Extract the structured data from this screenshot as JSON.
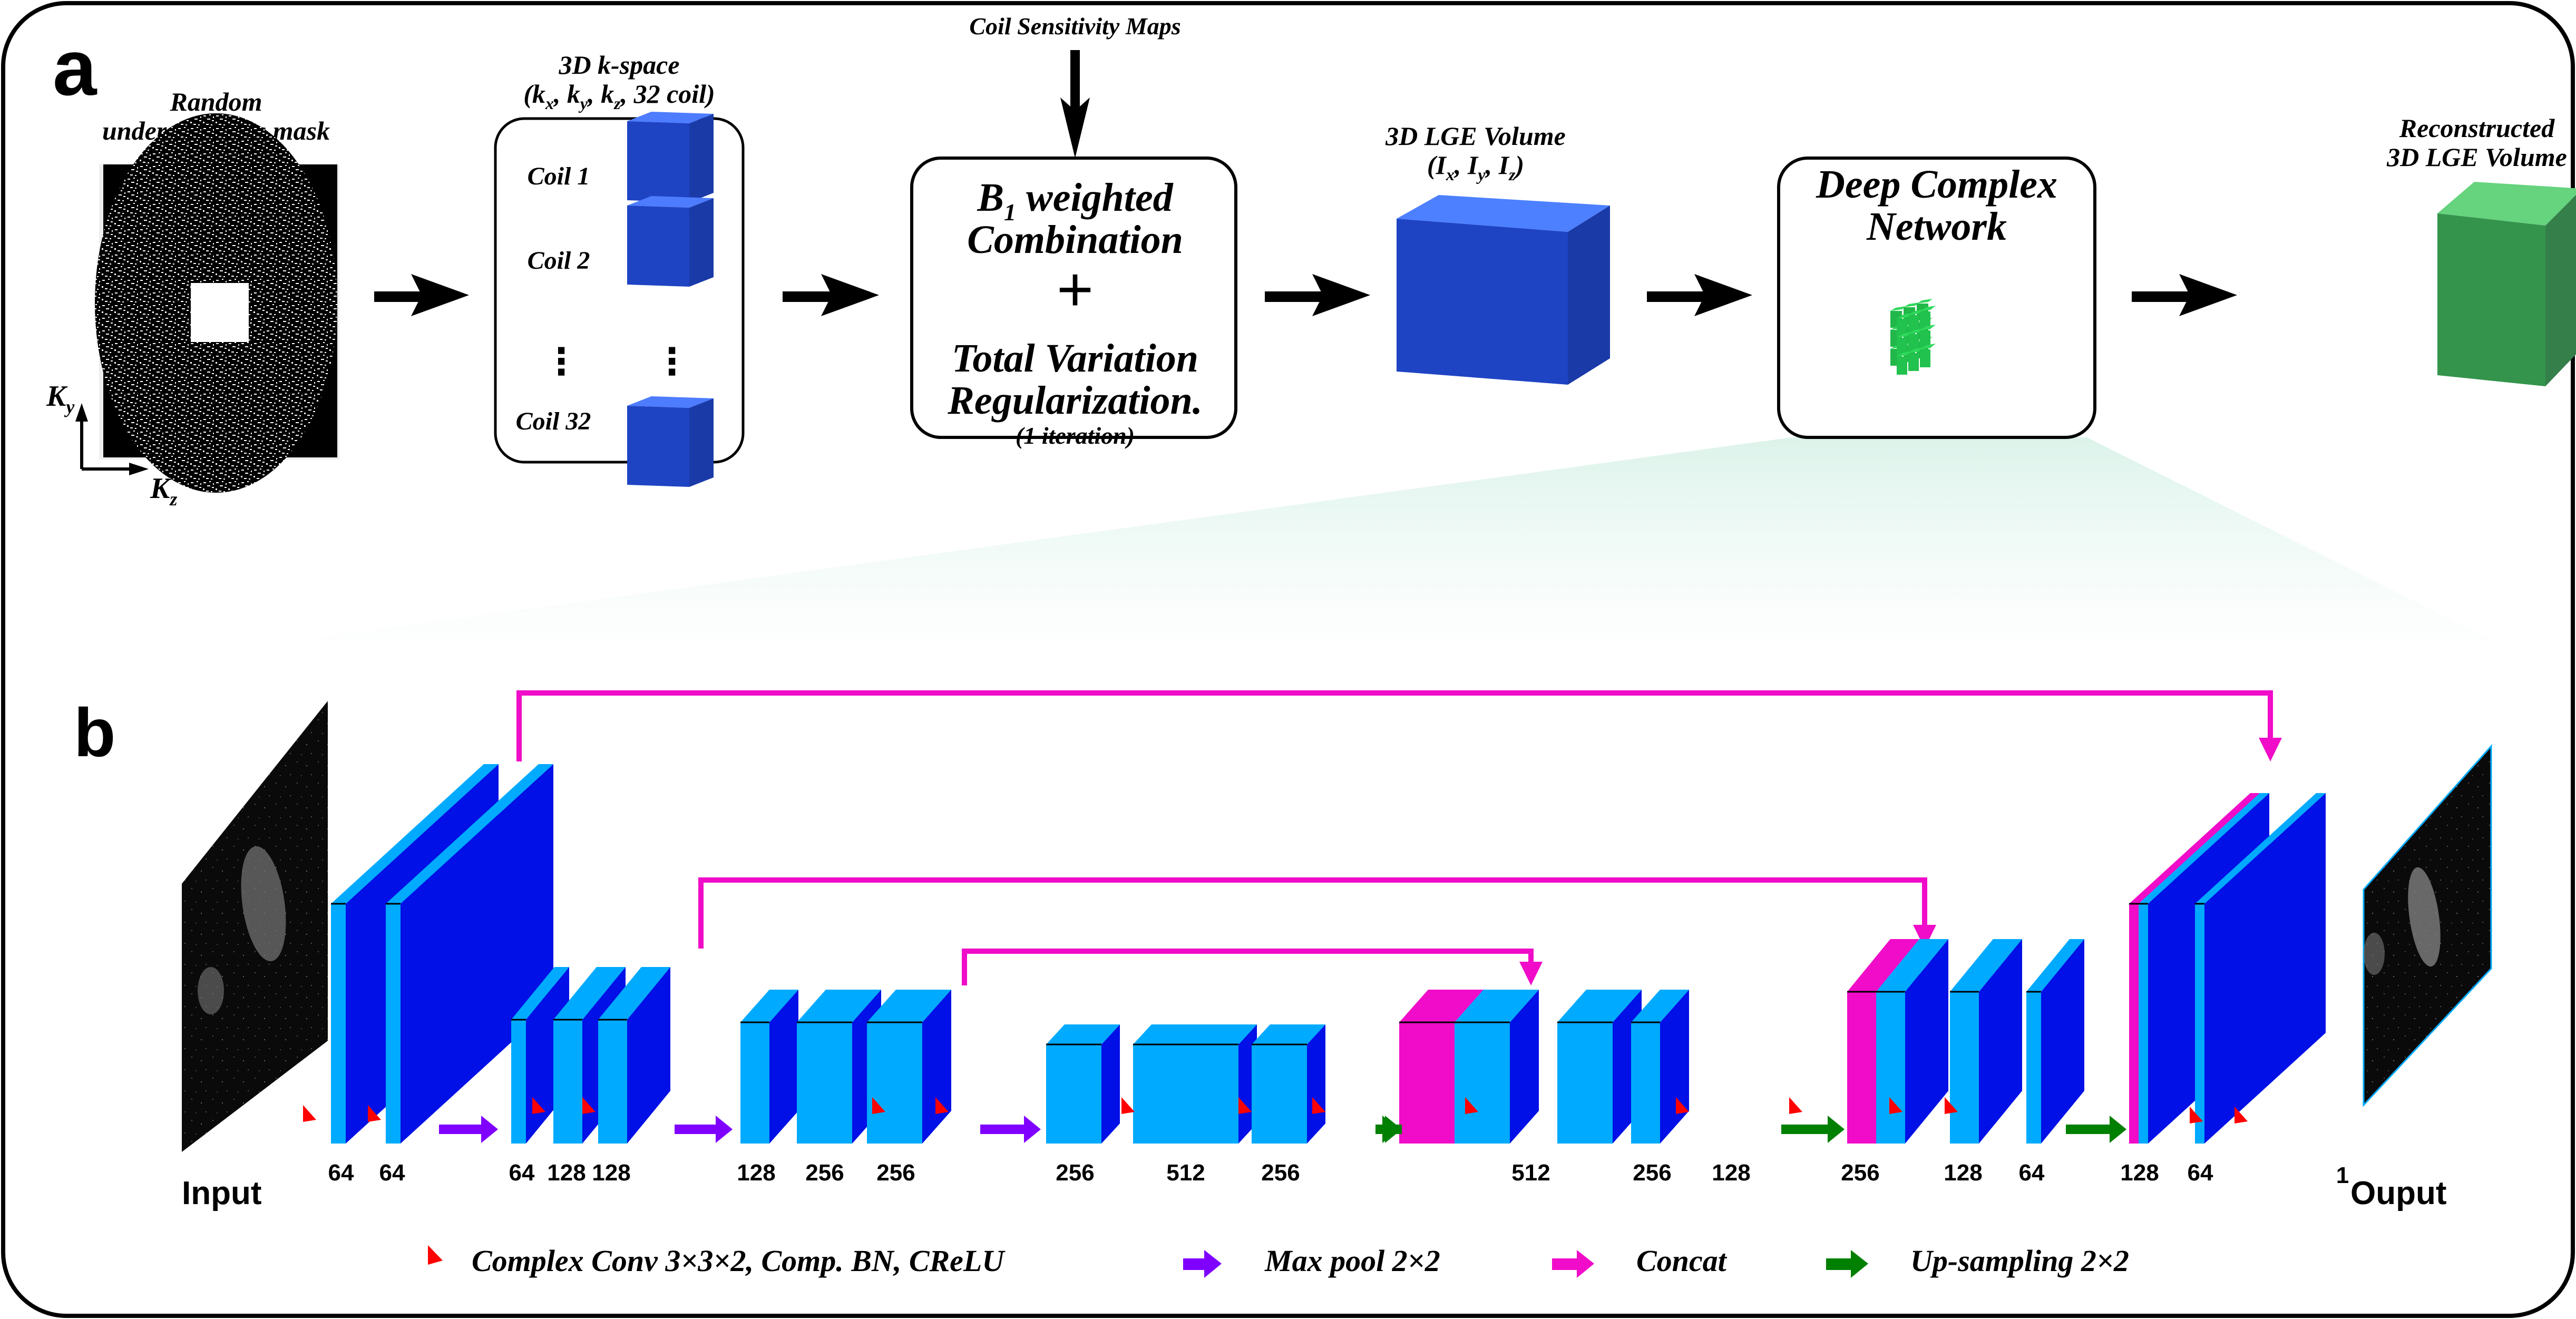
{
  "panel_a": {
    "label": "a",
    "mask": {
      "title_line1": "Random",
      "title_line2": "undersampling mask",
      "axis_y": "K",
      "axis_y_sub": "y",
      "axis_z": "K",
      "axis_z_sub": "z"
    },
    "kspace": {
      "title_line1": "3D k-space",
      "title_line2": "(kₓ, kᵧ, k_z, 32 coil)",
      "title_parts": [
        "(k",
        "x",
        ", k",
        "y",
        ", k",
        "z",
        ", 32 coil)"
      ],
      "coils": [
        "Coil 1",
        "Coil 2",
        "⋮",
        "Coil 32"
      ]
    },
    "coil_sensitivity_label": "Coil Sensitivity Maps",
    "combination_box": {
      "line1_main": "B",
      "line1_sub": "1",
      "line1_rest": " weighted",
      "line2": "Combination",
      "plus": "+",
      "line3": "Total Variation",
      "line4": "Regularization.",
      "line5": "(1 iteration)"
    },
    "lge_volume": {
      "title_line1": "3D LGE Volume",
      "title_parts": [
        "(I",
        "x",
        ", I",
        "y",
        ", I",
        "z",
        ")"
      ]
    },
    "network_box": {
      "line1": "Deep Complex",
      "line2": "Network"
    },
    "reconstructed": {
      "title_line1": "Reconstructed",
      "title_line2": "3D LGE Volume"
    }
  },
  "panel_b": {
    "label": "b",
    "input_label": "Input",
    "output_label": "Ouput",
    "channel_labels": [
      "64",
      "64",
      "64",
      "128",
      "128",
      "128",
      "256",
      "256",
      "256",
      "512",
      "256",
      "512",
      "256",
      "128",
      "256",
      "128",
      "64",
      "128",
      "64",
      "1"
    ],
    "legend": [
      {
        "symbol": "red-triangle",
        "text": "Complex Conv 3×3×2, Comp. BN,  CReLU",
        "color": "#ff0000"
      },
      {
        "symbol": "arrow",
        "text": "Max pool 2×2",
        "color": "#8000ff"
      },
      {
        "symbol": "arrow",
        "text": "Concat",
        "color": "#f00cc8"
      },
      {
        "symbol": "arrow",
        "text": "Up-sampling 2×2",
        "color": "#008000"
      }
    ]
  },
  "colors": {
    "block_front": "#00aaff",
    "block_side": "#0010e6",
    "concat": "#f00cc8",
    "maxpool": "#8000ff",
    "upsample": "#008000",
    "conv": "#ff0000",
    "kspace_cube": "#1e44c4",
    "recon_cube": "#34944c",
    "network_cube": "#22c24e",
    "fan": "#dff4ec"
  }
}
